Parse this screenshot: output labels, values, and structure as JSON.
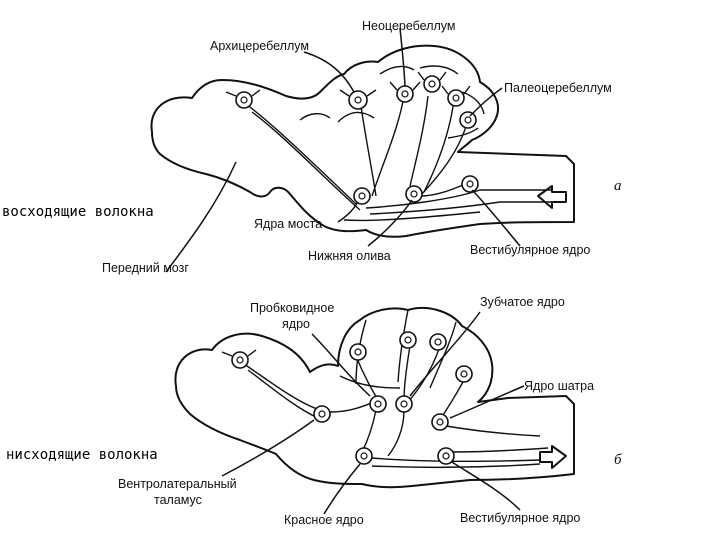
{
  "panel_a": {
    "letter": "а",
    "side_label": "восходящие волокна",
    "labels": {
      "neocerebellum": "Неоцеребеллум",
      "archicerebellum": "Архицеребеллум",
      "paleocerebellum": "Палеоцеребеллум",
      "pontine_nuclei": "Ядра моста",
      "inferior_olive": "Нижняя олива",
      "vestibular_nucleus": "Вестибулярное ядро",
      "forebrain": "Передний мозг"
    }
  },
  "panel_b": {
    "letter": "б",
    "side_label": "нисходящие волокна",
    "labels": {
      "emboliform_line1": "Пробковидное",
      "emboliform_line2": "ядро",
      "dentate_nucleus": "Зубчатое ядро",
      "fastigial_nucleus": "Ядро шатра",
      "ventrolateral_line1": "Вентролатеральный",
      "ventrolateral_line2": "таламус",
      "red_nucleus": "Красное ядро",
      "vestibular_nucleus": "Вестибулярное ядро"
    }
  }
}
